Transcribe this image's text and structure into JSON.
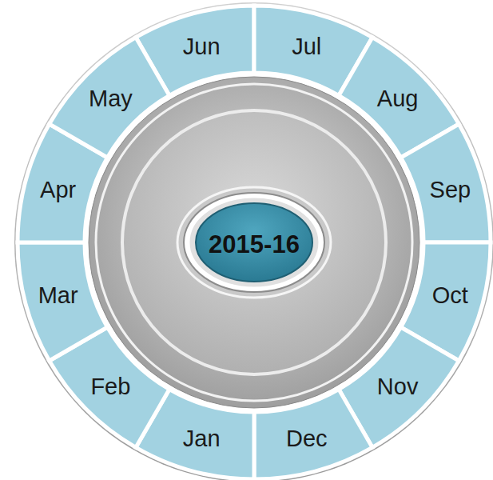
{
  "diagram": {
    "nodes": [
      {
        "text": [
          "Jun"
        ]
      },
      {
        "text": [
          "Jul"
        ]
      },
      {
        "text": [
          "Aug"
        ]
      },
      {
        "text": [
          "Sep"
        ]
      },
      {
        "text": [
          "Oct"
        ]
      },
      {
        "text": [
          "Nov"
        ]
      },
      {
        "text": [
          "Dec"
        ]
      },
      {
        "text": [
          "Jan"
        ]
      },
      {
        "text": [
          "Feb"
        ]
      },
      {
        "text": [
          "Mar"
        ]
      },
      {
        "text": [
          "Apr"
        ]
      },
      {
        "text": [
          "May"
        ]
      },
      {
        "text": [
          "2015-16"
        ]
      }
    ]
  }
}
